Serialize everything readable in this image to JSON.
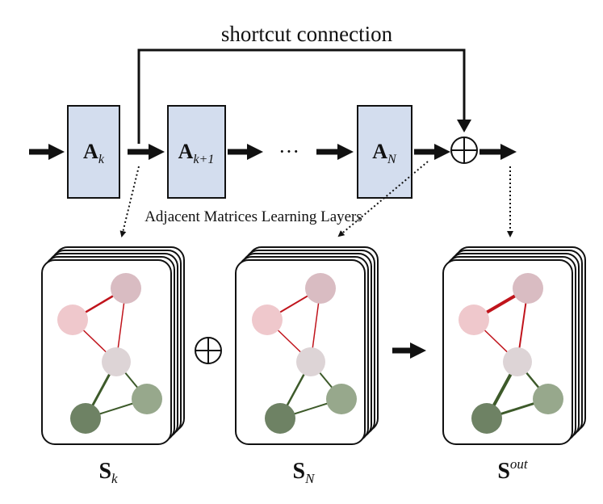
{
  "title": "shortcut connection",
  "layers_label": "Adjacent Matrices Learning Layers",
  "ellipsis": "···",
  "blocks": [
    {
      "base": "A",
      "sub": "k"
    },
    {
      "base": "A",
      "sub": "k+1"
    },
    {
      "base": "A",
      "sub": "N"
    }
  ],
  "matrices": [
    {
      "base": "S",
      "sub": "k",
      "sup": ""
    },
    {
      "base": "S",
      "sub": "N",
      "sup": ""
    },
    {
      "base": "S",
      "sub": "",
      "sup": "out"
    }
  ],
  "colors": {
    "block_fill": "#d3ddee",
    "edge_red": "#c0141c",
    "edge_green": "#3d5a2a",
    "node_pink": "#efc8cc",
    "node_mauve": "#d9bcc2",
    "node_gray": "#ddd4d6",
    "node_light_green": "#97a88c",
    "node_dark_green": "#6e8264"
  }
}
